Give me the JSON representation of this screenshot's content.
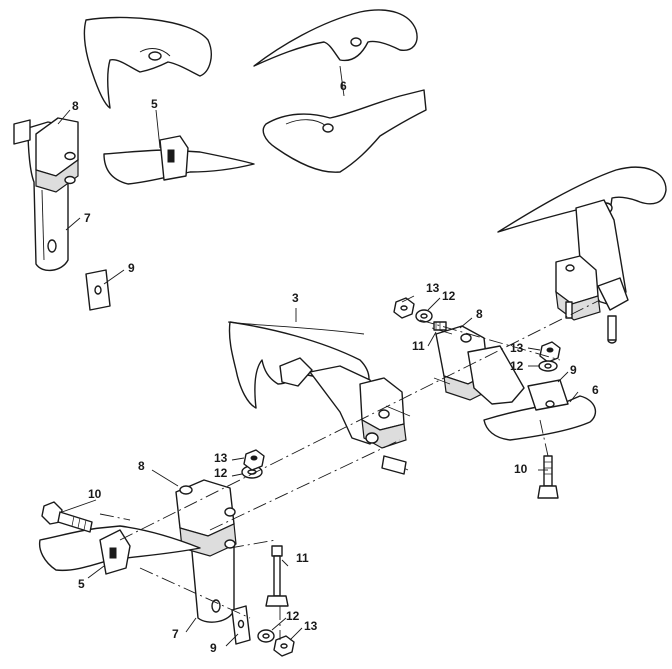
{
  "callouts": [
    {
      "label": "3"
    },
    {
      "label": "5"
    },
    {
      "label": "5"
    },
    {
      "label": "6"
    },
    {
      "label": "6"
    },
    {
      "label": "7"
    },
    {
      "label": "7"
    },
    {
      "label": "8"
    },
    {
      "label": "8"
    },
    {
      "label": "8"
    },
    {
      "label": "9"
    },
    {
      "label": "9"
    },
    {
      "label": "9"
    },
    {
      "label": "10"
    },
    {
      "label": "10"
    },
    {
      "label": "11"
    },
    {
      "label": "11"
    },
    {
      "label": "12"
    },
    {
      "label": "12"
    },
    {
      "label": "12"
    },
    {
      "label": "12"
    },
    {
      "label": "13"
    },
    {
      "label": "13"
    },
    {
      "label": "13"
    },
    {
      "label": "13"
    }
  ]
}
